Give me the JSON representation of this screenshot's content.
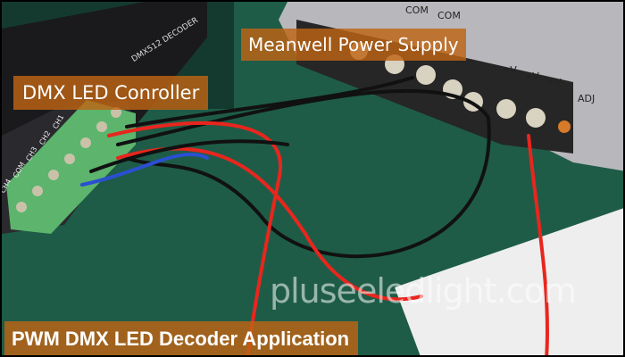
{
  "labels": {
    "controller": "DMX LED Conroller",
    "power_supply": "Meanwell Power Supply",
    "application": "PWM DMX LED Decoder Application"
  },
  "watermark": "pluseeledlight.com",
  "device_text": {
    "decoder": "DMX512 DECODER",
    "channels": [
      "CH1",
      "CH2",
      "CH3",
      "COM",
      "CH4"
    ],
    "psu_terminals": [
      "COM",
      "COM",
      "+V",
      "+V",
      "+V"
    ],
    "psu_adj": "ADJ"
  }
}
